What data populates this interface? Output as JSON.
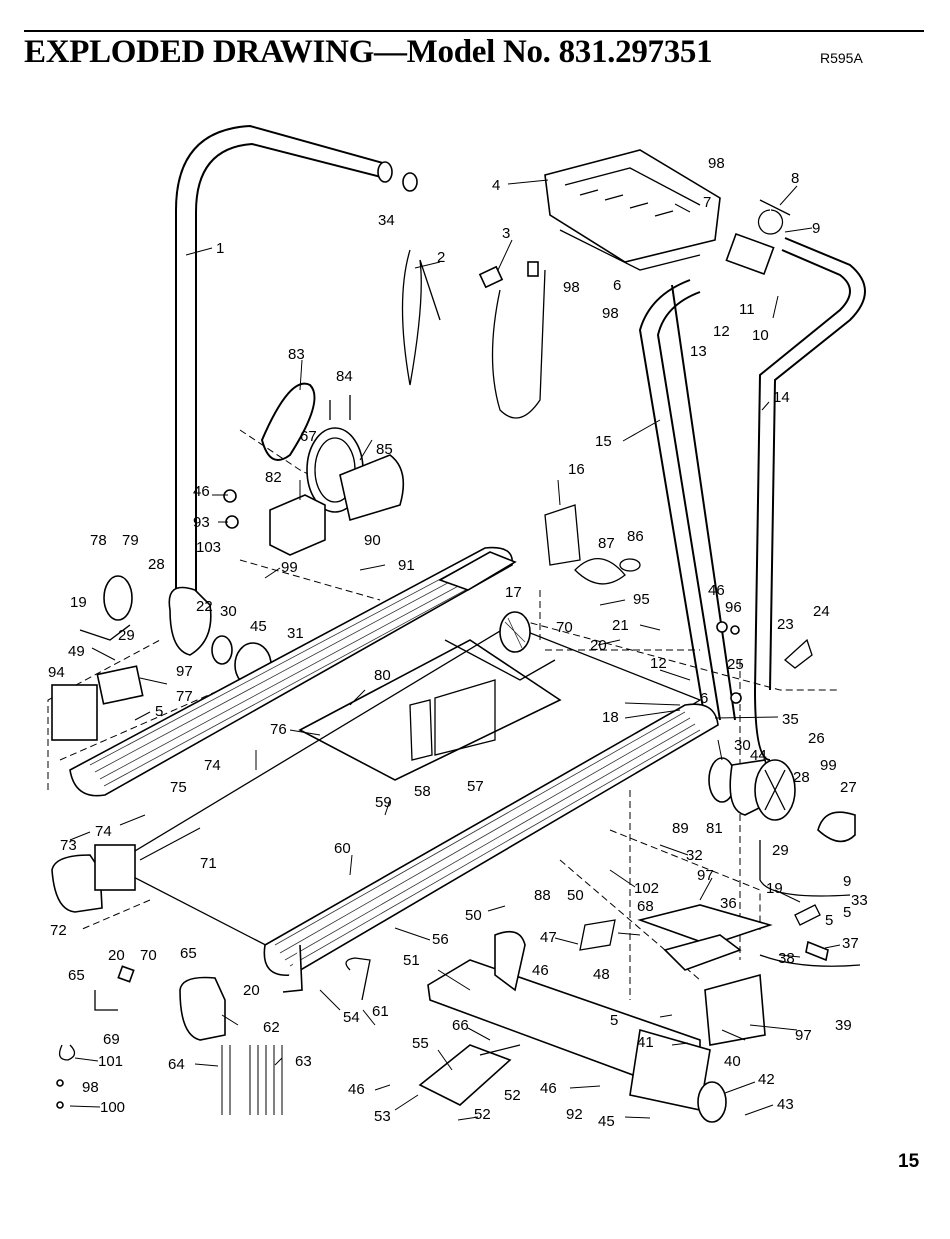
{
  "header": {
    "title": "EXPLODED DRAWING—Model No. 831.297351",
    "code": "R595A"
  },
  "page_number": "15",
  "callouts": [
    "1",
    "2",
    "3",
    "4",
    "5",
    "6",
    "7",
    "8",
    "9",
    "10",
    "11",
    "12",
    "13",
    "14",
    "15",
    "16",
    "17",
    "18",
    "19",
    "20",
    "21",
    "22",
    "23",
    "24",
    "25",
    "26",
    "27",
    "28",
    "29",
    "30",
    "31",
    "32",
    "33",
    "34",
    "35",
    "36",
    "37",
    "38",
    "39",
    "40",
    "41",
    "42",
    "43",
    "44",
    "45",
    "46",
    "47",
    "48",
    "49",
    "50",
    "51",
    "52",
    "53",
    "54",
    "55",
    "56",
    "57",
    "58",
    "59",
    "60",
    "61",
    "62",
    "63",
    "64",
    "65",
    "66",
    "67",
    "68",
    "69",
    "70",
    "71",
    "72",
    "73",
    "74",
    "75",
    "76",
    "77",
    "78",
    "79",
    "80",
    "81",
    "82",
    "83",
    "84",
    "85",
    "86",
    "87",
    "88",
    "89",
    "90",
    "91",
    "92",
    "93",
    "94",
    "95",
    "96",
    "97",
    "98",
    "99",
    "100",
    "101",
    "102",
    "103"
  ]
}
